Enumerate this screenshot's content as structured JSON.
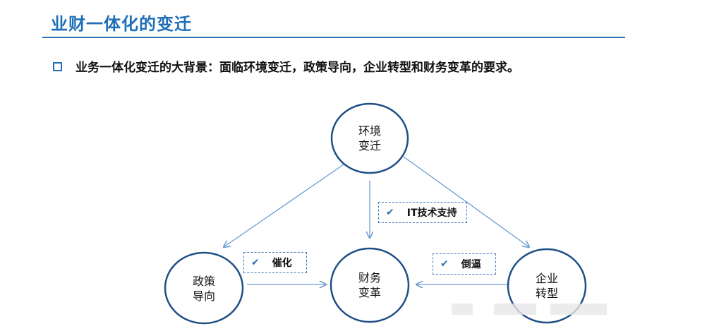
{
  "header": {
    "title": "业财一体化的变迁",
    "bullet_text": "业务一体化变迁的大背景：面临环境变迁，政策导向，企业转型和财务变革的要求。"
  },
  "diagram": {
    "nodes": {
      "environment": {
        "line1": "环境",
        "line2": "变迁"
      },
      "policy": {
        "line1": "政策",
        "line2": "导向"
      },
      "finance": {
        "line1": "财务",
        "line2": "变革"
      },
      "enterprise": {
        "line1": "企业",
        "line2": "转型"
      }
    },
    "tags": {
      "it_support": {
        "check": "✔",
        "label": "IT技术支持"
      },
      "catalyze": {
        "check": "✔",
        "label": "催化"
      },
      "force": {
        "check": "✔",
        "label": "倒逼"
      }
    },
    "colors": {
      "circle_stroke": "#1f4f86",
      "arrow": "#6d9bd3",
      "tag_border": "#3b78c0"
    }
  }
}
